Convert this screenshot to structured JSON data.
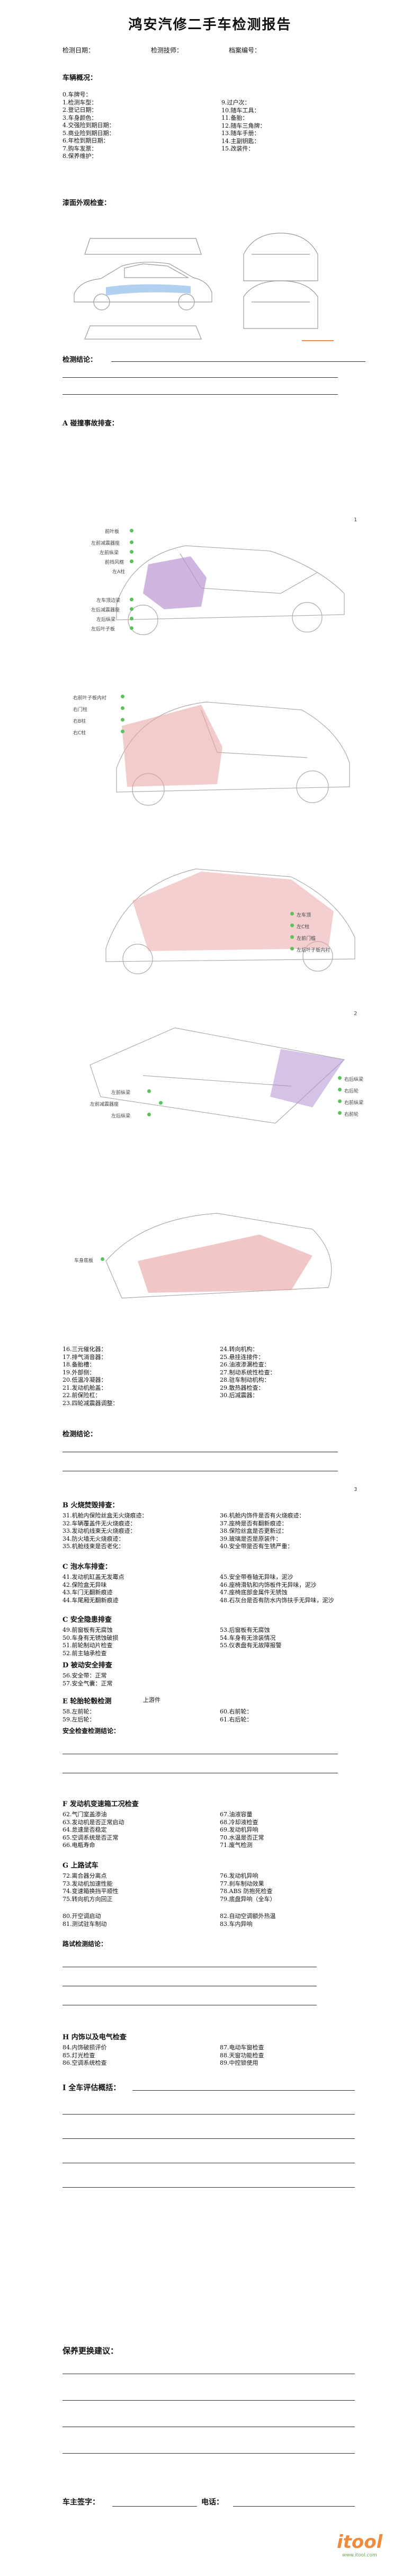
{
  "title": "鸿安汽修二手车检测报告",
  "meta": {
    "date": "检测日期：",
    "tech": "检测技师：",
    "file": "档案编号："
  },
  "sections": {
    "vehicle": {
      "heading": "车辆概况：",
      "left": [
        "0.车牌号：",
        "1.检测车型：",
        "2.登记日期：",
        "3.车身颜色：",
        "4.交强险到期日期：",
        "5.商业险到期日期：",
        "6.年检到期日期：",
        "7.购车发票：",
        "8.保养维护："
      ],
      "right": [
        "9.过户次：",
        "10.随车工具：",
        "11.备胎：",
        "12.随车三角牌：",
        "13.随车手册：",
        "14.主副钥匙：",
        "15.改装件："
      ]
    },
    "paint": {
      "heading": "漆面外观检查：",
      "conclusion": "检测结论："
    },
    "collision": {
      "heading": "A 碰撞事故排查：",
      "diag1_labels": [
        "前叶板",
        "左前减震器座",
        "左前纵梁",
        "前挡风框",
        "左A柱",
        "左车顶边梁",
        "左后减震器座",
        "左后纵梁",
        "左后叶子板"
      ],
      "diag2_labels": [
        "右前叶子板内衬",
        "右门柱",
        "右B柱",
        "右C柱"
      ],
      "diag3_labels": [
        "左车顶",
        "左C柱",
        "左前门槛",
        "左后叶子板内衬"
      ],
      "page_mark_1": "1",
      "page_mark_2": "2",
      "page_mark_3": "3",
      "diag4_left": [
        "左前纵梁",
        "左前减震器座",
        "左后纵梁"
      ],
      "diag4_right": [
        "右后纵梁",
        "右后轮",
        "右前纵梁",
        "右前轮"
      ],
      "diag5_labels": [
        "车身底板"
      ],
      "left_items": [
        "16.三元催化器：",
        "17.排气消音器：",
        "18.备胎槽：",
        "19.外部侧：",
        "20.低温冷凝器：",
        "21.发动机舱盖：",
        "22.前保险杠：",
        "23.四轮减震器调整："
      ],
      "right_items": [
        "24.转向机构：",
        "25.悬挂连接件：",
        "26.油液渗漏检查：",
        "27.制动系统性检查：",
        "28.驻车制动机构：",
        "29.散热器检查：",
        "30.后减震器："
      ],
      "conclusion": "检测结论："
    },
    "fire": {
      "heading": "B 火烧焚毁排查：",
      "left": [
        "31.机舱内保险丝盒无火烧痕迹：",
        "32.车辆覆盖件无火烧痕迹：",
        "33.发动机线束无火烧痕迹：",
        "34.防火墙无火烧痕迹：",
        "35.机舱线束是否老化："
      ],
      "right": [
        "36.机舱内饰件是否有火烧痕迹：",
        "37.座椅是否有翻新痕迹：",
        "38.保险丝盒是否更新过：",
        "39.玻璃是否是原装件：",
        "40.安全带是否有生锈严重："
      ]
    },
    "flood": {
      "heading": "C 泡水车排查：",
      "left": [
        "41.发动机缸盖无发霉点",
        "42.保险盒无异味",
        "43.车门无翻新痕迹",
        "44.车尾厢无翻新痕迹"
      ],
      "right": [
        "45.安全带卷轴无异味，泥沙",
        "46.座椅滑轨和内饰板件无异味，泥沙",
        "47.座椅底部金属件无锈蚀",
        "48.石灰台是否有防水内饰扶手无异味，泥沙"
      ]
    },
    "safety": {
      "heading": "C 安全隐患排查",
      "left": [
        "49.前窗板有无腐蚀",
        "50.车身有无锈蚀破损",
        "51.前轮制动片检查",
        "52.前主轴承检查"
      ],
      "right": [
        "53.后窗板有无腐蚀",
        "54.车身有无涂装情况",
        "55.仪表盘有无故障报警"
      ]
    },
    "passive": {
      "heading": "D 被动安全排查",
      "left": [
        "56.安全带：正常",
        "57.安全气囊：正常"
      ]
    },
    "tires": {
      "heading": "E 轮胎轮毂检测",
      "sub": "上游件",
      "left": [
        "58.左前轮：",
        "59.左后轮："
      ],
      "right": [
        "60.右前轮：",
        "61.右后轮："
      ],
      "conclusion": "安全检查检测结论："
    },
    "engine": {
      "heading": "F 发动机变速箱工况检查",
      "left": [
        "62.气门室盖渗油",
        "63.发动机是否正常启动",
        "64.怠速是否稳定",
        "65.空调系统是否正常",
        "66.电瓶寿命"
      ],
      "right": [
        "67.油液容量",
        "68.冷却液检查",
        "69.发动机异响",
        "70.水温是否正常",
        "71.废气检测"
      ]
    },
    "road": {
      "heading": "G 上路试车",
      "left": [
        "72.离合器分离点",
        "73.发动机加速性能",
        "74.变速箱换挡平顺性",
        "75.转向机方向回正"
      ],
      "right": [
        "76.发动机异响",
        "77.刹车制动效果",
        "78.ABS 防抱死检查",
        "79.底盘异响（全车）"
      ],
      "left2": [
        "80.开空调启动",
        "81.测试驻车制动"
      ],
      "right2": [
        "82.自动空调额外热温",
        "83.车内异响"
      ],
      "conclusion": "路试检测结论："
    },
    "interior": {
      "heading": "H 内饰以及电气检查",
      "left": [
        "84.内饰破损评价",
        "85.灯光检查",
        "86.空调系统检查"
      ],
      "right": [
        "87.电动车窗检查",
        "88.天窗功能检查",
        "89.中控锁使用"
      ]
    },
    "overall": {
      "heading": "I 全车评估概括："
    },
    "maintenance": {
      "heading": "保养更换建议："
    },
    "signature": {
      "owner": "车主签字：",
      "phone": "电话："
    }
  },
  "watermark": {
    "text": "itool",
    "subtext": "www.itool.com"
  },
  "colors": {
    "damage": "#e8a0a0",
    "purple": "#b58fd1",
    "dot": "#5cc05c",
    "accent": "#f08a3c"
  }
}
